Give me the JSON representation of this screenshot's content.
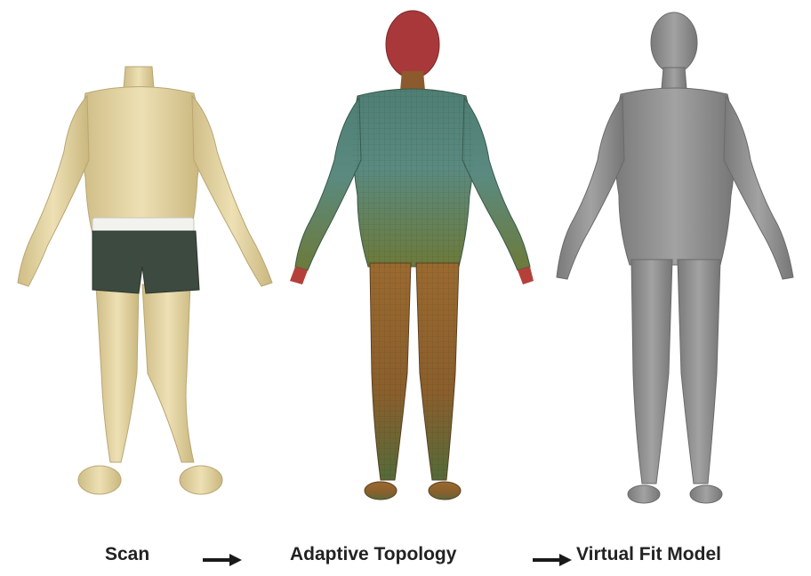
{
  "steps": [
    {
      "label": "Scan",
      "icon": "scanned-body-figure"
    },
    {
      "label": "Adaptive Topology",
      "icon": "topology-body-figure"
    },
    {
      "label": "Virtual Fit Model",
      "icon": "fit-model-body-figure"
    }
  ],
  "colors": {
    "scan_skin": "#e6d6a3",
    "scan_shorts": "#3d4a40",
    "topology_head": "#b03a34",
    "topology_torso": "#4e7a66",
    "topology_legs": "#8a5a2e",
    "fit_model": "#8e8e8e",
    "arrow": "#1a1a1a",
    "text": "#222222"
  }
}
